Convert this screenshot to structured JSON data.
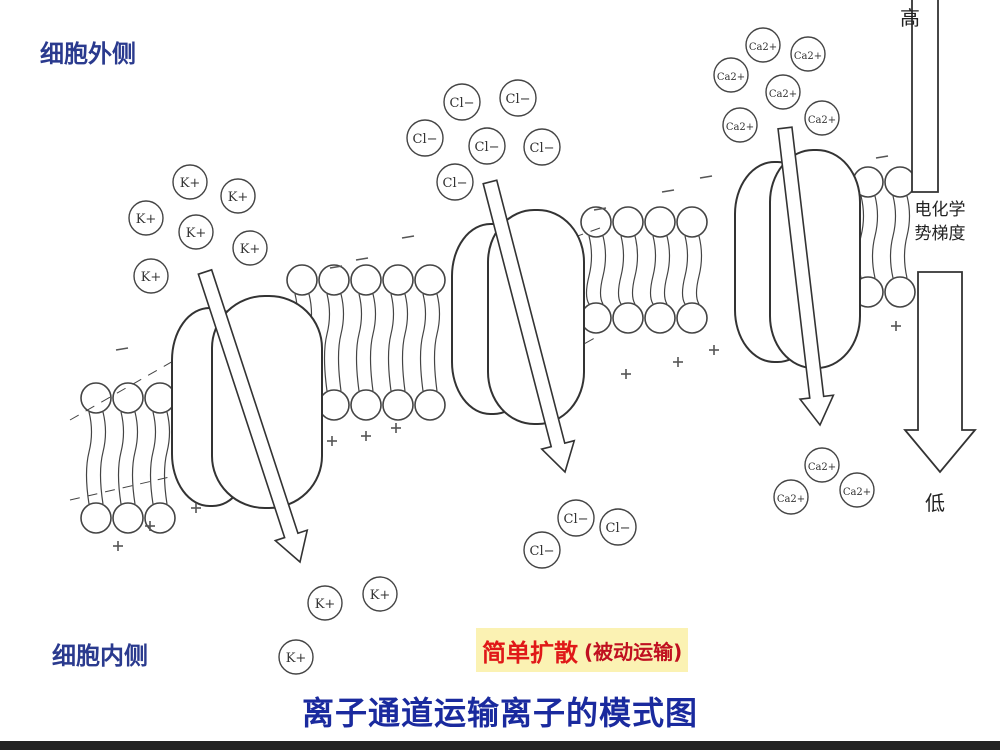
{
  "labels": {
    "outside": "细胞外侧",
    "inside": "细胞内侧",
    "mode_main": "简单扩散",
    "mode_sub": "(被动运输)",
    "caption": "离子通道运输离子的模式图",
    "gradient_high": "高",
    "gradient_low": "低",
    "gradient_label": "电化学\n势梯度"
  },
  "ions": {
    "k": "K+",
    "cl": "Cl−",
    "ca": "Ca2+"
  },
  "colors": {
    "label_blue": "#2a3a8e",
    "mode_red": "#e01818",
    "mode_bg": "#fbf2b3",
    "caption_blue": "#1a2a9e",
    "line": "#444444"
  }
}
